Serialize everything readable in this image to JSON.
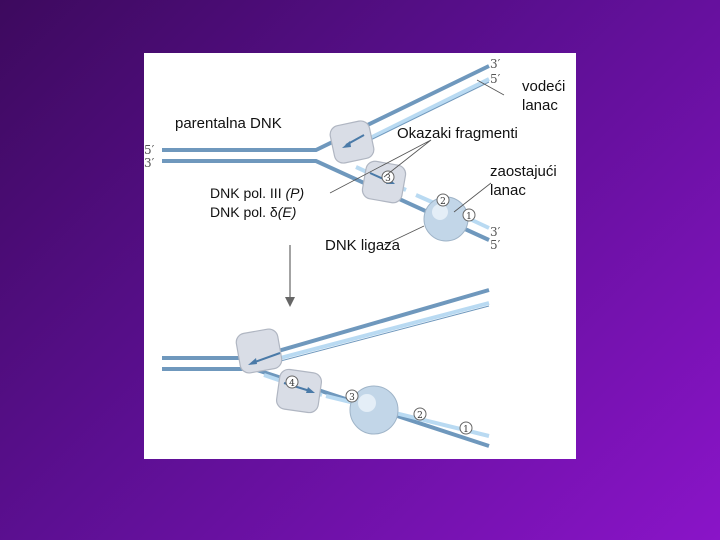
{
  "labels": {
    "parental": "parentalna DNK",
    "leading": "vodeći lanac",
    "okazaki": "Okazaki fragmenti",
    "lagging": "zaostajući lanac",
    "pol3_prefix": "DNK pol. III ",
    "pol3_suffix": "(P)",
    "pold_prefix": "DNK pol. δ",
    "pold_suffix": "(E)",
    "ligase": "DNK ligaza"
  },
  "strand_ends": {
    "left_top": "5′",
    "left_bottom": "3′",
    "top_right_upper": "3′",
    "top_right_lower": "5′",
    "bottom_right_upper": "3′",
    "bottom_right_lower": "5′"
  },
  "fragments_top": [
    "3",
    "2",
    "1"
  ],
  "fragments_bottom": [
    "4",
    "3",
    "2",
    "1"
  ],
  "colors": {
    "background_start": "#3d0a5e",
    "background_end": "#8a14c8",
    "dna_strand": "#6f98bd",
    "new_strand": "#b9daf2",
    "protein": "#d9dde6"
  }
}
